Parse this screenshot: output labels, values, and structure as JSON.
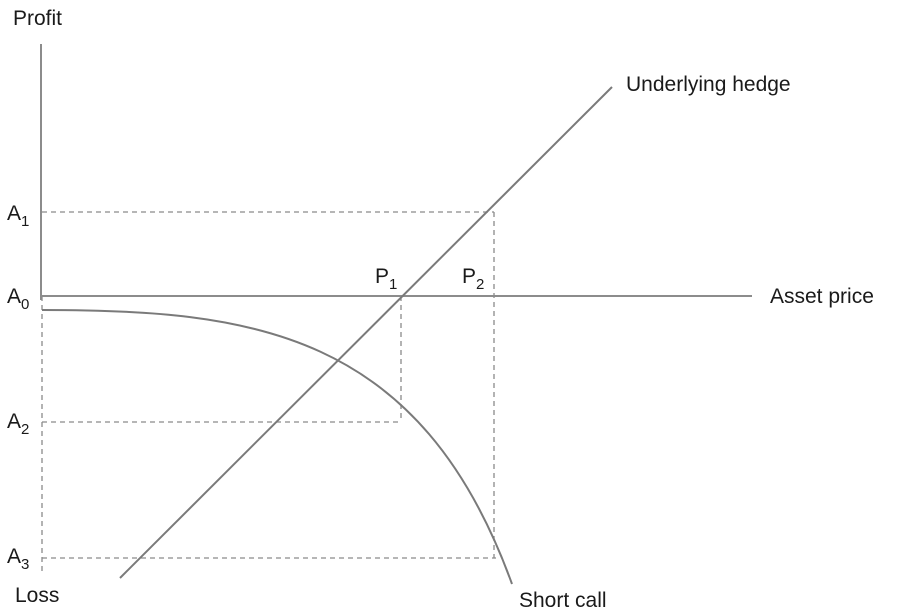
{
  "axes": {
    "y_top_label": "Profit",
    "y_bottom_label": "Loss",
    "x_label": "Asset price"
  },
  "levels": [
    {
      "base": "A",
      "sub": "1"
    },
    {
      "base": "A",
      "sub": "0"
    },
    {
      "base": "A",
      "sub": "2"
    },
    {
      "base": "A",
      "sub": "3"
    }
  ],
  "points": [
    {
      "base": "P",
      "sub": "1"
    },
    {
      "base": "P",
      "sub": "2"
    }
  ],
  "curves": {
    "hedge_label": "Underlying hedge",
    "short_call_label": "Short call"
  }
}
